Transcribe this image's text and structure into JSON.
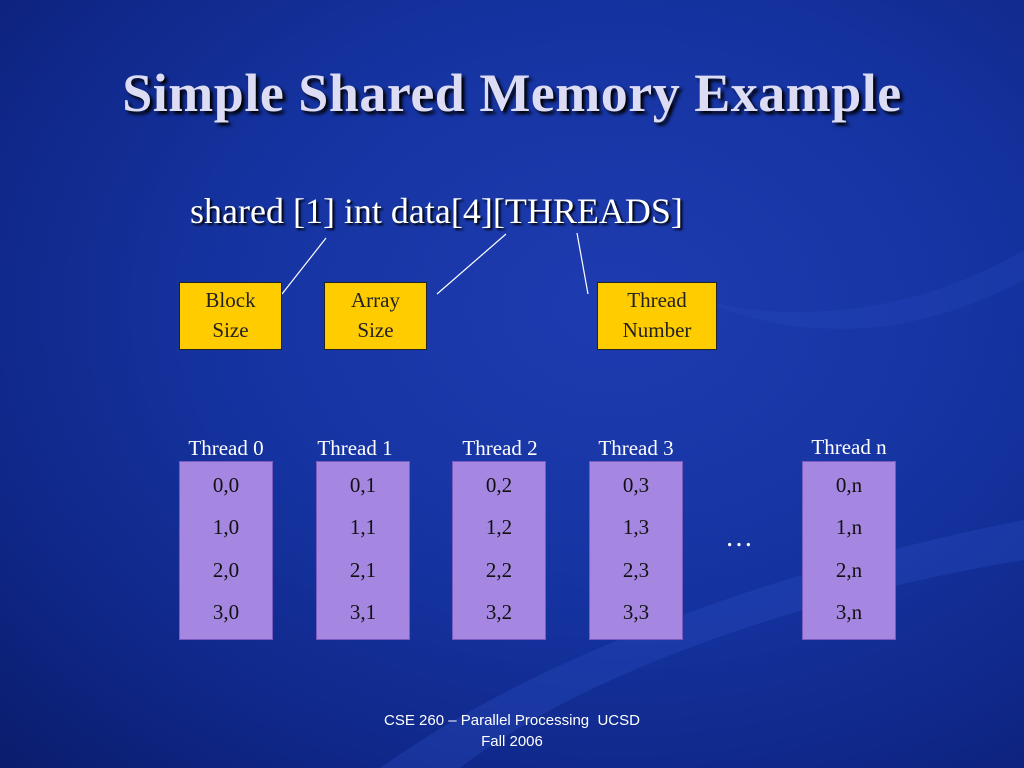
{
  "slide": {
    "title": "Simple Shared Memory Example",
    "declaration": "shared [1] int data[4][THREADS]"
  },
  "labels": {
    "block_size": [
      "Block",
      "Size"
    ],
    "array_size": [
      "Array",
      "Size"
    ],
    "thread_number": [
      "Thread",
      "Number"
    ]
  },
  "threads": [
    {
      "header": "Thread 0",
      "cells": [
        "0,0",
        "1,0",
        "2,0",
        "3,0"
      ]
    },
    {
      "header": "Thread 1",
      "cells": [
        "0,1",
        "1,1",
        "2,1",
        "3,1"
      ]
    },
    {
      "header": "Thread 2",
      "cells": [
        "0,2",
        "1,2",
        "2,2",
        "3,2"
      ]
    },
    {
      "header": "Thread 3",
      "cells": [
        "0,3",
        "1,3",
        "2,3",
        "3,3"
      ]
    },
    {
      "header": "Thread n",
      "cells": [
        "0,n",
        "1,n",
        "2,n",
        "3,n"
      ]
    }
  ],
  "ellipsis": "…",
  "footer": {
    "line1": "CSE 260 – Parallel Processing  UCSD",
    "line2": "Fall 2006"
  },
  "colors": {
    "background": "#1533a0",
    "label_box": "#ffcc00",
    "thread_column": "#a586e0",
    "title_text": "#dcdcf4"
  }
}
